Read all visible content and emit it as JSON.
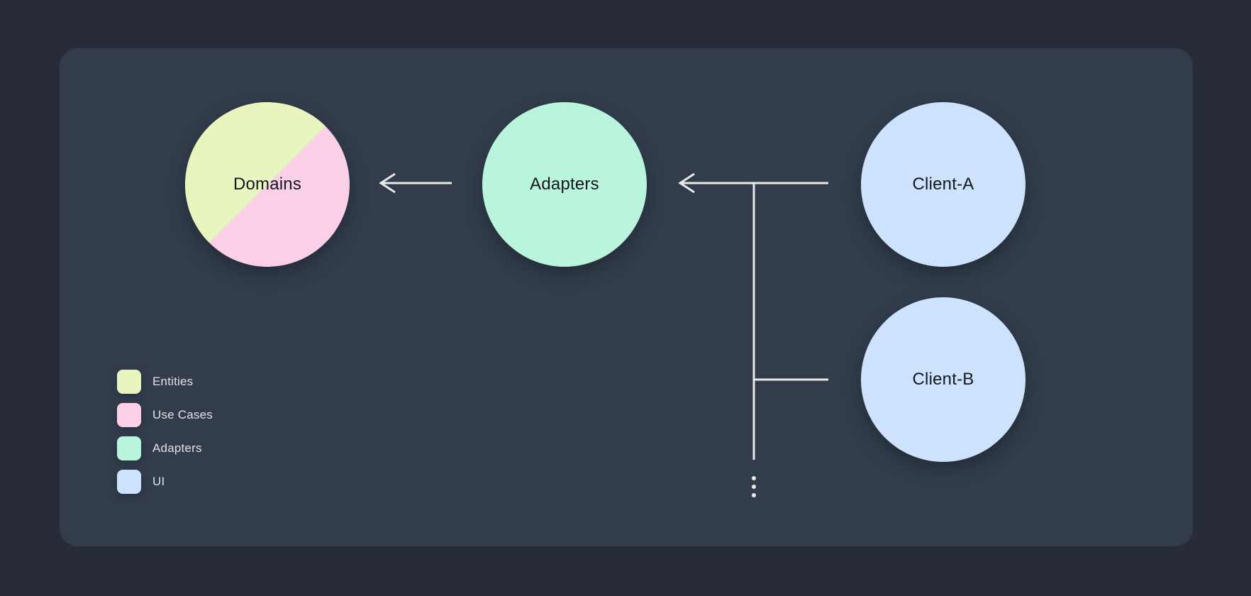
{
  "diagram": {
    "nodes": [
      {
        "id": "domains",
        "label": "Domains",
        "shape": "circle-split-diagonal",
        "colors": [
          "#e9f5bf",
          "#fbd0e6"
        ],
        "color_meanings": [
          "Entities",
          "Use Cases"
        ]
      },
      {
        "id": "adapters",
        "label": "Adapters",
        "shape": "circle",
        "color": "#b9f4dd"
      },
      {
        "id": "client-a",
        "label": "Client-A",
        "shape": "circle",
        "color": "#cde3fd"
      },
      {
        "id": "client-b",
        "label": "Client-B",
        "shape": "circle",
        "color": "#cde3fd"
      }
    ],
    "edges": [
      {
        "from": "Client-A",
        "to": "Adapters",
        "type": "arrow"
      },
      {
        "from": "Client-B",
        "to": "Client-A-to-Adapters-line",
        "type": "branch"
      },
      {
        "from": "Adapters",
        "to": "Domains",
        "type": "arrow"
      }
    ],
    "more_indicator": "vertical-ellipsis",
    "line_color": "#e8e9eb"
  },
  "legend": {
    "items": [
      {
        "label": "Entities",
        "color": "#e9f5bf"
      },
      {
        "label": "Use Cases",
        "color": "#fbd0e6"
      },
      {
        "label": "Adapters",
        "color": "#b9f4dd"
      },
      {
        "label": "UI",
        "color": "#cde3fd"
      }
    ]
  },
  "colors": {
    "background": "#272c38",
    "panel": "#323c4b",
    "node_text": "#14171c",
    "legend_text": "#dfe3e8"
  }
}
